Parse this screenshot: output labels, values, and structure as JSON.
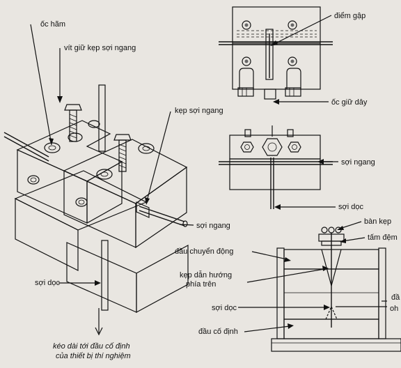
{
  "labels": {
    "oc_ham": "ốc hãm",
    "vit_giu": "vít giữ kẹp sợi ngang",
    "kep_soi_ngang": "kẹp sợi ngang",
    "soi_ngang_left": "sợi ngang",
    "soi_doc_left": "sợi dọc",
    "keo_dai_1": "kéo dài tới đầu cố định",
    "keo_dai_2": "của thiết bị thí nghiệm",
    "diem_gap": "điểm gập",
    "oc_giu_day": "ốc giữ dây",
    "soi_ngang_right": "sợi ngang",
    "soi_doc_right": "sợi dọc",
    "ban_kep": "bàn kẹp",
    "tam_dem": "tấm đệm",
    "dau_chuyen_dong": "đầu chuyển động",
    "kep_dan_1": "kẹp dẫn hướng",
    "kep_dan_2": "phía trên",
    "soi_doc_bottom": "sợi dọc",
    "dau_co_dinh": "đầu cố định",
    "cut_1": "đầ",
    "cut_2": "oh"
  },
  "colors": {
    "paper": "#e9e6e1",
    "ink": "#111111",
    "block": "#dcd9d4",
    "block_dark": "#c9c6c0"
  }
}
